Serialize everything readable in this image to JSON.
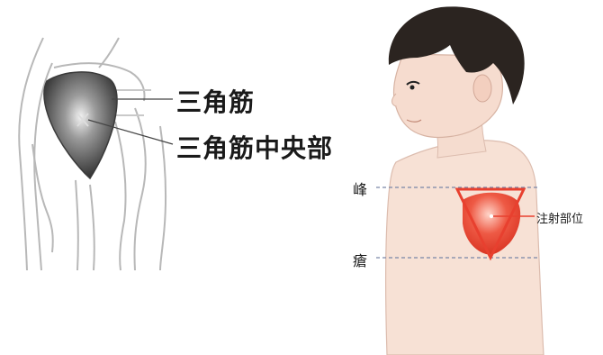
{
  "left_figure": {
    "muscle_label": "三角筋",
    "center_label": "三角筋中央部"
  },
  "right_figure": {
    "top_landmark_label": "峰",
    "bottom_landmark_label": "瘡",
    "injection_site_label": "注射部位"
  },
  "colors": {
    "skin": "#f6ddd0",
    "muscle_red": "#e8402f",
    "hair": "#2b2420",
    "guide_line": "#7a86a8",
    "label_text": "#1a1a1a"
  }
}
